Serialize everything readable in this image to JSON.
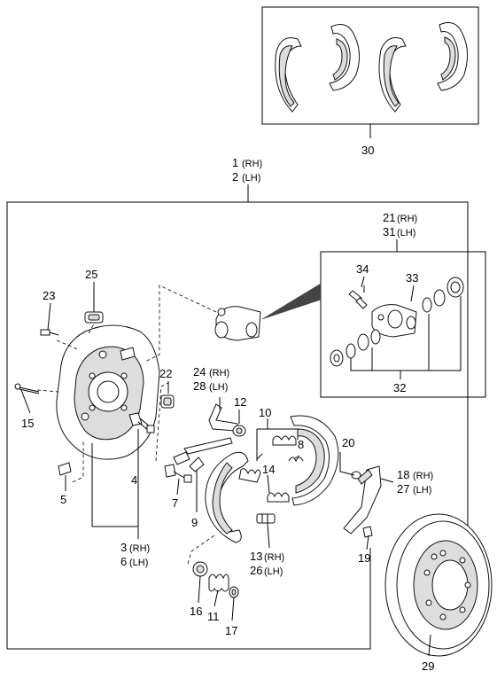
{
  "callouts": {
    "c1": "1",
    "c1_side": "(RH)",
    "c2": "2",
    "c2_side": "(LH)",
    "c3": "3",
    "c3_side": "(RH)",
    "c4": "4",
    "c5": "5",
    "c6": "6",
    "c6_side": "(LH)",
    "c7": "7",
    "c8": "8",
    "c9": "9",
    "c10": "10",
    "c11": "11",
    "c12": "12",
    "c13": "13",
    "c13_side": "(RH)",
    "c14": "14",
    "c15": "15",
    "c16": "16",
    "c17": "17",
    "c18": "18",
    "c18_side": "(RH)",
    "c19": "19",
    "c20": "20",
    "c21": "21",
    "c21_side": "(RH)",
    "c22": "22",
    "c23": "23",
    "c24": "24",
    "c24_side": "(RH)",
    "c25": "25",
    "c26": "26",
    "c26_side": "(LH)",
    "c27": "27",
    "c27_side": "(LH)",
    "c28": "28",
    "c28_side": "(LH)",
    "c29": "29",
    "c30": "30",
    "c31": "31",
    "c31_side": "(LH)",
    "c32": "32",
    "c33": "33",
    "c34": "34"
  }
}
